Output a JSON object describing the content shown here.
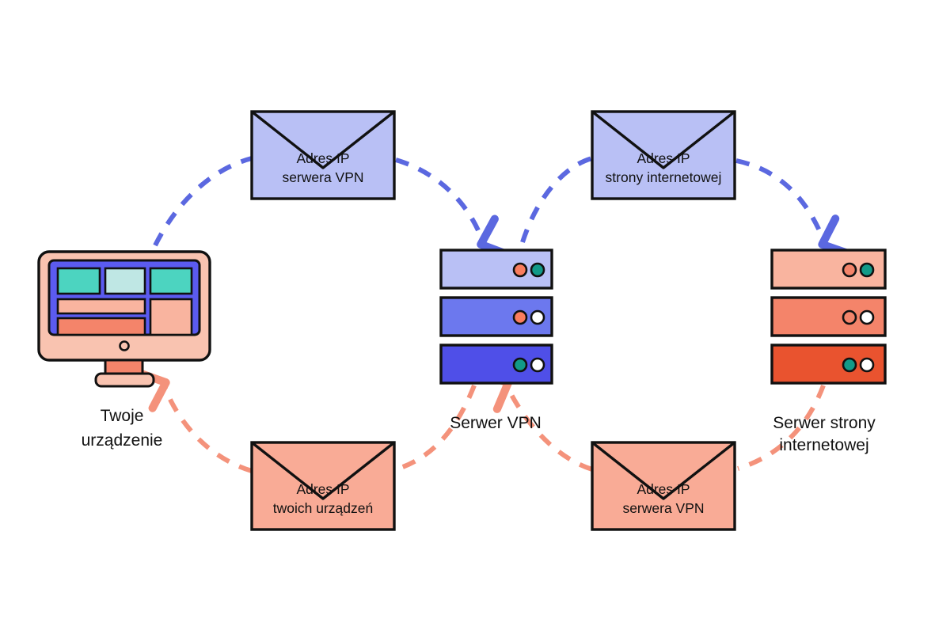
{
  "diagram": {
    "title": "Jak dziala VPN - przeplyw adresow IP",
    "language": "pl",
    "colors": {
      "envelope_blue_fill": "#b9c0f5",
      "envelope_salmon_fill": "#f9ab96",
      "arrow_blue": "#5b68e0",
      "arrow_salmon": "#f4927b",
      "server_blue_light": "#b9c0f5",
      "server_blue_mid": "#6c78ee",
      "server_blue_dark": "#4f4fe8",
      "server_salmon_light": "#f9b49f",
      "server_salmon_mid": "#f4846a",
      "server_salmon_dark": "#e9532f",
      "monitor_frame": "#f9c3b0",
      "monitor_screen": "#5b5bf0",
      "tile_teal": "#4cd4c0",
      "tile_pale_teal": "#bfe7e4",
      "tile_salmon_light": "#f9b49f",
      "tile_salmon_dark": "#f4846a",
      "stand_fill": "#f4846a",
      "outline": "#111111",
      "dot_orange": "#fa7d5e",
      "dot_teal": "#129a88",
      "dot_white": "#ffffff",
      "text": "#111111"
    },
    "nodes": [
      {
        "id": "device",
        "name": "your-device",
        "label_lines": [
          "Twoje",
          "urządzenie"
        ],
        "type": "monitor"
      },
      {
        "id": "vpn-server",
        "name": "vpn-server",
        "label_lines": [
          "Serwer VPN"
        ],
        "type": "server-stack",
        "rack_dots": [
          [
            "orange",
            "teal"
          ],
          [
            "orange",
            "white"
          ],
          [
            "teal",
            "white"
          ]
        ]
      },
      {
        "id": "website-server",
        "name": "website-server",
        "label_lines": [
          "Serwer strony",
          "internetowej"
        ],
        "type": "server-stack",
        "rack_dots": [
          [
            "orange",
            "teal"
          ],
          [
            "orange-outline",
            "white"
          ],
          [
            "teal",
            "white"
          ]
        ]
      }
    ],
    "envelopes": [
      {
        "id": "env-top-left",
        "name": "envelope-vpn-server-ip-outbound",
        "variant": "blue",
        "lines": [
          "Adres IP",
          "serwera VPN"
        ]
      },
      {
        "id": "env-top-right",
        "name": "envelope-website-ip-outbound",
        "variant": "blue",
        "lines": [
          "Adres IP",
          "strony internetowej"
        ]
      },
      {
        "id": "env-bottom-left",
        "name": "envelope-device-ip-return",
        "variant": "salmon",
        "lines": [
          "Adres IP",
          "twoich urządzeń"
        ]
      },
      {
        "id": "env-bottom-right",
        "name": "envelope-vpn-server-ip-return",
        "variant": "salmon",
        "lines": [
          "Adres IP",
          "serwera VPN"
        ]
      }
    ],
    "flows": [
      {
        "id": "flow-device-to-vpn",
        "name": "arrow-device-to-vpn",
        "color": "blue",
        "direction": "right"
      },
      {
        "id": "flow-vpn-to-website",
        "name": "arrow-vpn-to-website",
        "color": "blue",
        "direction": "right"
      },
      {
        "id": "flow-website-to-vpn",
        "name": "arrow-website-to-vpn",
        "color": "salmon",
        "direction": "left"
      },
      {
        "id": "flow-vpn-to-device",
        "name": "arrow-vpn-to-device",
        "color": "salmon",
        "direction": "left"
      }
    ]
  }
}
